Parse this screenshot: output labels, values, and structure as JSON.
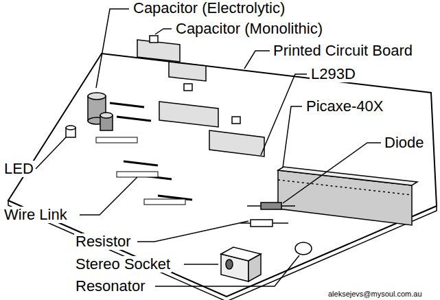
{
  "diagram": {
    "labels": [
      "Capacitor (Electrolytic)",
      "Capacitor (Monolithic)",
      "Printed Circuit Board",
      "L293D",
      "Picaxe-40X",
      "Diode",
      "LED",
      "Wire Link",
      "Resistor",
      "Stereo Socket",
      "Resonator",
      "aleksejevs@mysoul.com.au"
    ]
  }
}
